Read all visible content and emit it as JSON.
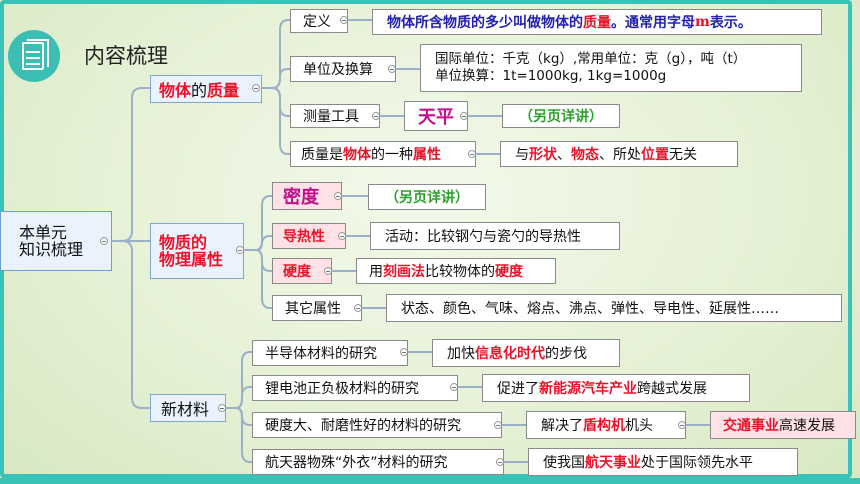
{
  "page_title": "内容梳理",
  "root": {
    "line1": "本单元",
    "line2": "知识梳理"
  },
  "branches": {
    "mass": {
      "label": [
        "物体",
        "的",
        "质量"
      ],
      "items": [
        {
          "label": "定义",
          "detail": [
            "物体所含物质的多少叫做物体的",
            "质量",
            "。通常用字母",
            "m",
            "表示。"
          ]
        },
        {
          "label": "单位及换算",
          "detail_lines": [
            "国际单位：千克（kg）,常用单位：克（g），吨（t）",
            "单位换算：1t=1000kg,    1kg=1000g"
          ]
        },
        {
          "label": "测量工具",
          "tool": "天平",
          "note": "（另页详讲）"
        },
        {
          "label": [
            "质量是",
            "物体",
            "的一种",
            "属性"
          ],
          "detail": [
            "与",
            "形状",
            "、",
            "物态",
            "、所处",
            "位置",
            "无关"
          ]
        }
      ]
    },
    "physical": {
      "label_line1": "物质的",
      "label_line2": "物理属性",
      "items": [
        {
          "label": "密度",
          "note": "（另页详讲）"
        },
        {
          "label": "导热性",
          "detail": "活动：比较钢勺与瓷勺的导热性"
        },
        {
          "label": "硬度",
          "detail": [
            "用",
            "刻画法",
            "比较物体的",
            "硬度"
          ]
        },
        {
          "label": "其它属性",
          "detail": "状态、颜色、气味、熔点、沸点、弹性、导电性、延展性……"
        }
      ]
    },
    "materials": {
      "label": "新材料",
      "items": [
        {
          "label": "半导体材料的研究",
          "detail": "加快信息化时代的步伐",
          "detail_parts": [
            "加快",
            "信息化时代",
            "的步伐"
          ]
        },
        {
          "label": "锂电池正负极材料的研究",
          "detail_parts": [
            "促进了",
            "新能源汽车产业",
            "跨越式发展"
          ]
        },
        {
          "label": "硬度大、耐磨性好的材料的研究",
          "detail_parts": [
            "解决了",
            "盾构机",
            "机头"
          ],
          "extra_parts": [
            "交通事业",
            "高速发展"
          ]
        },
        {
          "label": "航天器物殊“外衣”材料的研究",
          "detail_parts": [
            "使我国",
            "航天事业",
            "处于国际领先水平"
          ]
        }
      ]
    }
  },
  "colors": {
    "accent": "#39c3b8",
    "highlight": "#e8152a",
    "magenta": "#c2108d",
    "green": "#2ca12c",
    "connector": "#9ab0c8"
  }
}
